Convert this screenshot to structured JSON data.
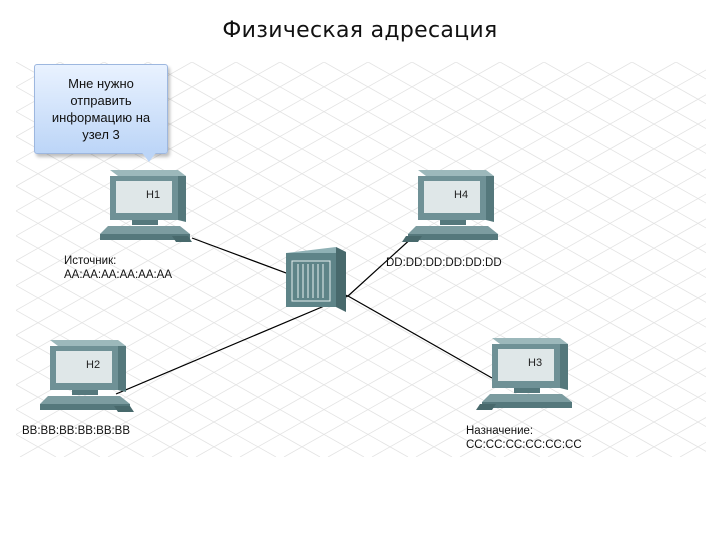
{
  "title": "Физическая адресация",
  "bubble": {
    "lines": [
      "Мне нужно",
      "отправить",
      "информацию на",
      "узел 3"
    ]
  },
  "hosts": [
    {
      "name": "H1",
      "info_lines": [
        "Источник:",
        "AA:AA:AA:AA:AA:AA"
      ]
    },
    {
      "name": "H4",
      "info_lines": [
        "DD:DD:DD:DD:DD:DD"
      ]
    },
    {
      "name": "H2",
      "info_lines": [
        "BB:BB:BB:BB:BB:BB"
      ]
    },
    {
      "name": "H3",
      "info_lines": [
        "Назначение:",
        "CC:CC:CC:CC:CC:CC"
      ]
    }
  ],
  "colors": {
    "monitor_frame": "#6f9196",
    "monitor_screen": "#dfe7e8",
    "switch": "#5e8488",
    "link": "#000000",
    "grid": "#e3e3e3",
    "bubble": "#bcd5f7"
  }
}
